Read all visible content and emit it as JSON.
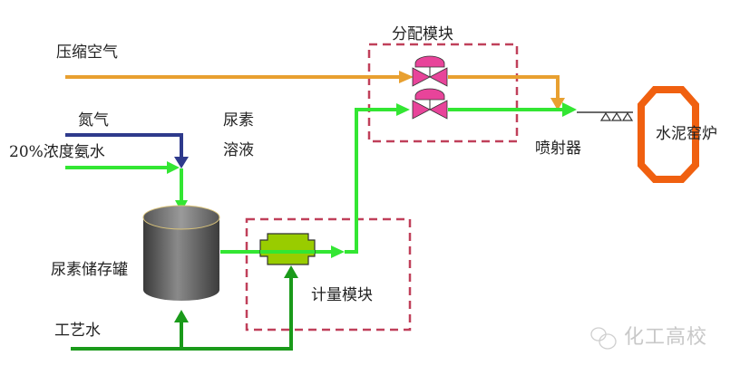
{
  "diagram": {
    "title": "",
    "labels": {
      "compressed_air": "压缩空气",
      "nitrogen": "氮气",
      "ammonia_water": "20%浓度氨水",
      "urea_solution_line1": "尿素",
      "urea_solution_line2": "溶液",
      "urea_tank": "尿素储存罐",
      "process_water": "工艺水",
      "metering_module": "计量模块",
      "distribution_module": "分配模块",
      "injector": "喷射器",
      "cement_kiln": "水泥窑炉"
    },
    "watermark": {
      "icon": "wechat-icon",
      "text": "化工高校"
    },
    "colors": {
      "compressed_air_line": "#E8A030",
      "nitrogen_line": "#2E3A8C",
      "urea_line": "#33E633",
      "process_water_line": "#1A9A1A",
      "valve": "#E8449A",
      "metering_pump": "#99CC00",
      "module_border": "#C0405A",
      "kiln": "#F06010",
      "tank": "#6E6E6E"
    },
    "nodes": [
      {
        "id": "compressed_air",
        "label": "压缩空气",
        "type": "source"
      },
      {
        "id": "nitrogen",
        "label": "氮气",
        "type": "source"
      },
      {
        "id": "ammonia_water",
        "label": "20%浓度氨水",
        "type": "source"
      },
      {
        "id": "process_water",
        "label": "工艺水",
        "type": "source"
      },
      {
        "id": "urea_tank",
        "label": "尿素储存罐",
        "type": "tank"
      },
      {
        "id": "metering_module",
        "label": "计量模块",
        "type": "module"
      },
      {
        "id": "distribution_module",
        "label": "分配模块",
        "type": "module"
      },
      {
        "id": "injector",
        "label": "喷射器",
        "type": "nozzle"
      },
      {
        "id": "cement_kiln",
        "label": "水泥窑炉",
        "type": "kiln"
      }
    ],
    "edges": [
      {
        "from": "nitrogen",
        "to": "urea_tank"
      },
      {
        "from": "ammonia_water",
        "to": "urea_tank"
      },
      {
        "from": "process_water",
        "to": "urea_tank"
      },
      {
        "from": "process_water",
        "to": "metering_module"
      },
      {
        "from": "urea_tank",
        "to": "metering_module"
      },
      {
        "from": "metering_module",
        "to": "distribution_module"
      },
      {
        "from": "compressed_air",
        "to": "distribution_module"
      },
      {
        "from": "distribution_module",
        "to": "injector"
      },
      {
        "from": "injector",
        "to": "cement_kiln"
      }
    ]
  }
}
